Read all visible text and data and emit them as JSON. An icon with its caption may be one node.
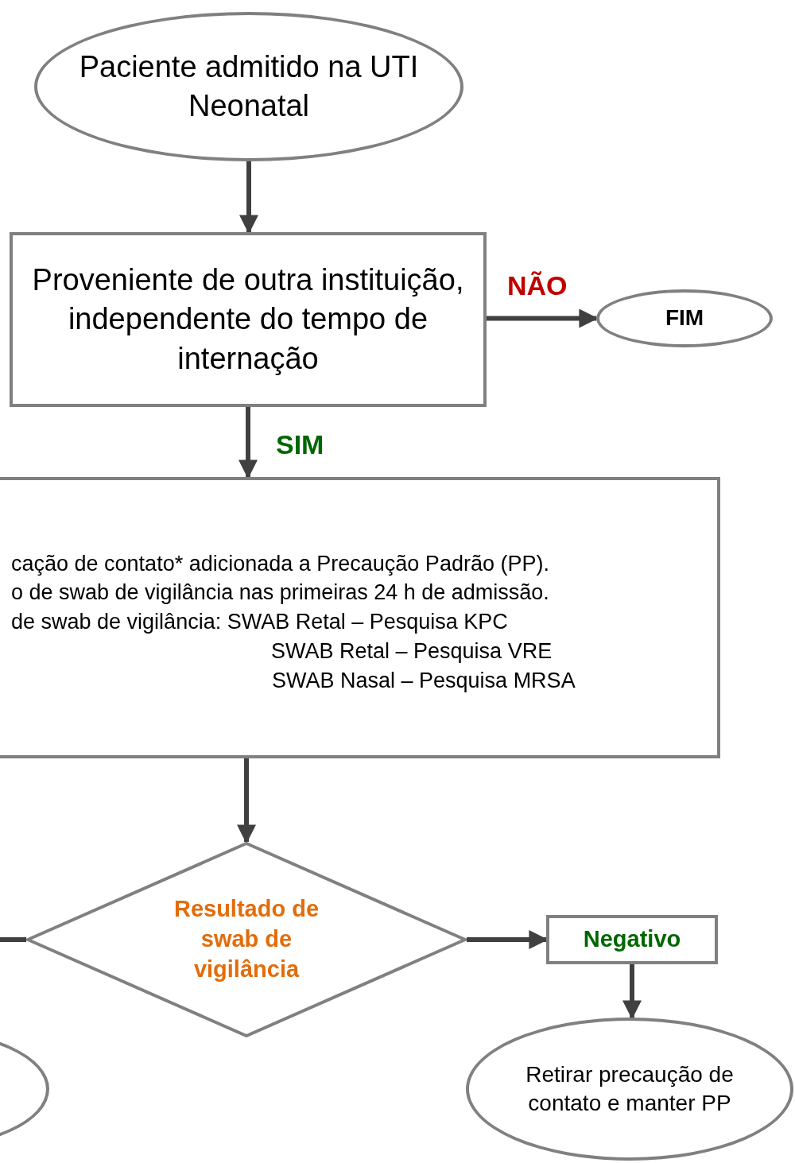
{
  "diagram": {
    "nodes": [
      {
        "text": [
          "Paciente admitido na UTI Neonatal"
        ]
      },
      {
        "text": [
          "Proveniente de outra instituição, independente do tempo de internação"
        ]
      },
      {
        "text": [
          "FIM"
        ]
      },
      {
        "text": [
          "cação de contato* adicionada a Precaução Padrão (PP).",
          "o de swab de vigilância nas primeiras 24 h de admissão.",
          "de swab de vigilância: SWAB Retal – Pesquisa KPC",
          "SWAB Retal – Pesquisa VRE",
          "SWAB Nasal – Pesquisa MRSA"
        ]
      },
      {
        "text": [
          "Resultado de swab de vigilância"
        ]
      },
      {
        "text": [
          "Negativo"
        ]
      },
      {
        "text": [
          "Retirar precaução de contato e manter PP"
        ]
      },
      {
        "text": [],
        "shape": "circle"
      }
    ],
    "edges": [
      {
        "from": 0,
        "to": 1,
        "arrow": "to"
      },
      {
        "from": 1,
        "to": 2,
        "arrow": "to",
        "label": "NÃO"
      },
      {
        "from": 1,
        "to": 3,
        "arrow": "to",
        "label": "SIM"
      },
      {
        "from": 3,
        "to": 4,
        "arrow": "to"
      },
      {
        "from": 4,
        "to": 5,
        "arrow": "to"
      },
      {
        "from": 5,
        "to": 6,
        "arrow": "to"
      },
      {
        "from": 4,
        "to": null,
        "arrow": "none"
      }
    ]
  }
}
